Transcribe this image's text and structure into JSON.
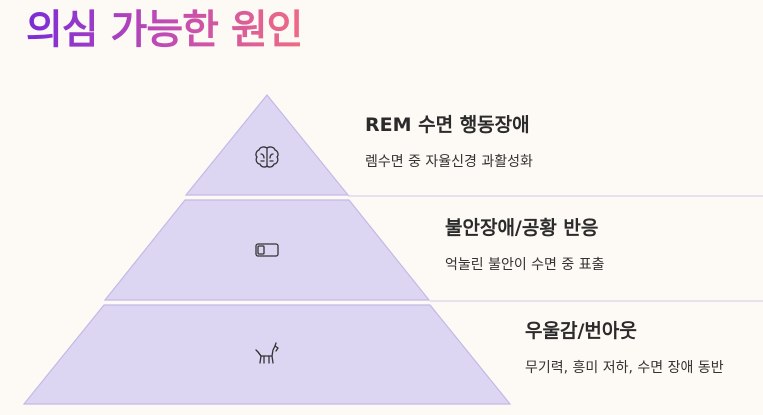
{
  "title": "의심 가능한 원인",
  "colors": {
    "tier_fill": "#ddd6f3",
    "tier_stroke": "#c4b8e6",
    "divider": "#e1d8ec",
    "title_gradient": [
      "#7a2cd6",
      "#c04bb4",
      "#ee6b83"
    ]
  },
  "tiers": [
    {
      "icon": "brain-icon",
      "heading": "REM 수면 행동장애",
      "description": "렘수면 중 자율신경 과활성화"
    },
    {
      "icon": "toggle-switch-icon",
      "heading": "불안장애/공황 반응",
      "description": "억눌린 불안이 수면 중 표출"
    },
    {
      "icon": "dog-icon",
      "heading": "우울감/번아웃",
      "description": "무기력, 흥미 저하, 수면 장애 동반"
    }
  ]
}
